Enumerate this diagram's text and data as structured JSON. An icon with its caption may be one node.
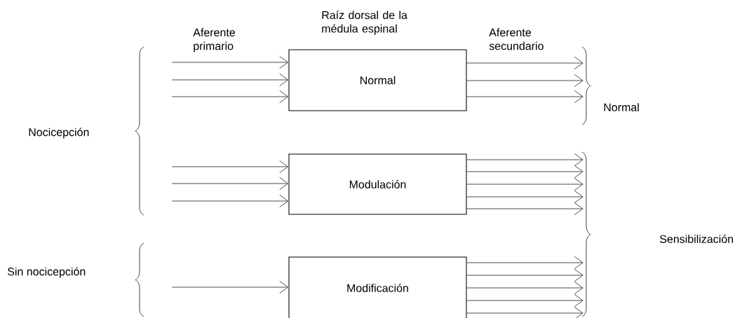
{
  "diagram": {
    "nodes": [
      {
        "text": [
          "Normal"
        ]
      },
      {
        "text": [
          "Modulación"
        ]
      },
      {
        "text": [
          "Modificación"
        ]
      }
    ],
    "edges": [
      {
        "from": null,
        "to": 0,
        "arrow": "to"
      },
      {
        "from": null,
        "to": 0,
        "arrow": "to"
      },
      {
        "from": null,
        "to": 0,
        "arrow": "to"
      },
      {
        "from": 0,
        "to": null,
        "arrow": "to"
      },
      {
        "from": 0,
        "to": null,
        "arrow": "to"
      },
      {
        "from": 0,
        "to": null,
        "arrow": "to"
      },
      {
        "from": null,
        "to": 1,
        "arrow": "to"
      },
      {
        "from": null,
        "to": 1,
        "arrow": "to"
      },
      {
        "from": null,
        "to": 1,
        "arrow": "to"
      },
      {
        "from": 1,
        "to": null,
        "arrow": "to"
      },
      {
        "from": 1,
        "to": null,
        "arrow": "to"
      },
      {
        "from": 1,
        "to": null,
        "arrow": "to"
      },
      {
        "from": 1,
        "to": null,
        "arrow": "to"
      },
      {
        "from": 1,
        "to": null,
        "arrow": "to"
      },
      {
        "from": null,
        "to": 2,
        "arrow": "to"
      },
      {
        "from": 2,
        "to": null,
        "arrow": "to"
      },
      {
        "from": 2,
        "to": null,
        "arrow": "to"
      },
      {
        "from": 2,
        "to": null,
        "arrow": "to"
      },
      {
        "from": 2,
        "to": null,
        "arrow": "to"
      },
      {
        "from": 2,
        "to": null,
        "arrow": "to"
      }
    ],
    "labels": [
      "Aferente primario",
      "Raíz dorsal de la médula espinal",
      "Aferente secundario",
      "Nocicepción",
      "Normal",
      "Sensibilización",
      "Sin nocicepción"
    ]
  }
}
